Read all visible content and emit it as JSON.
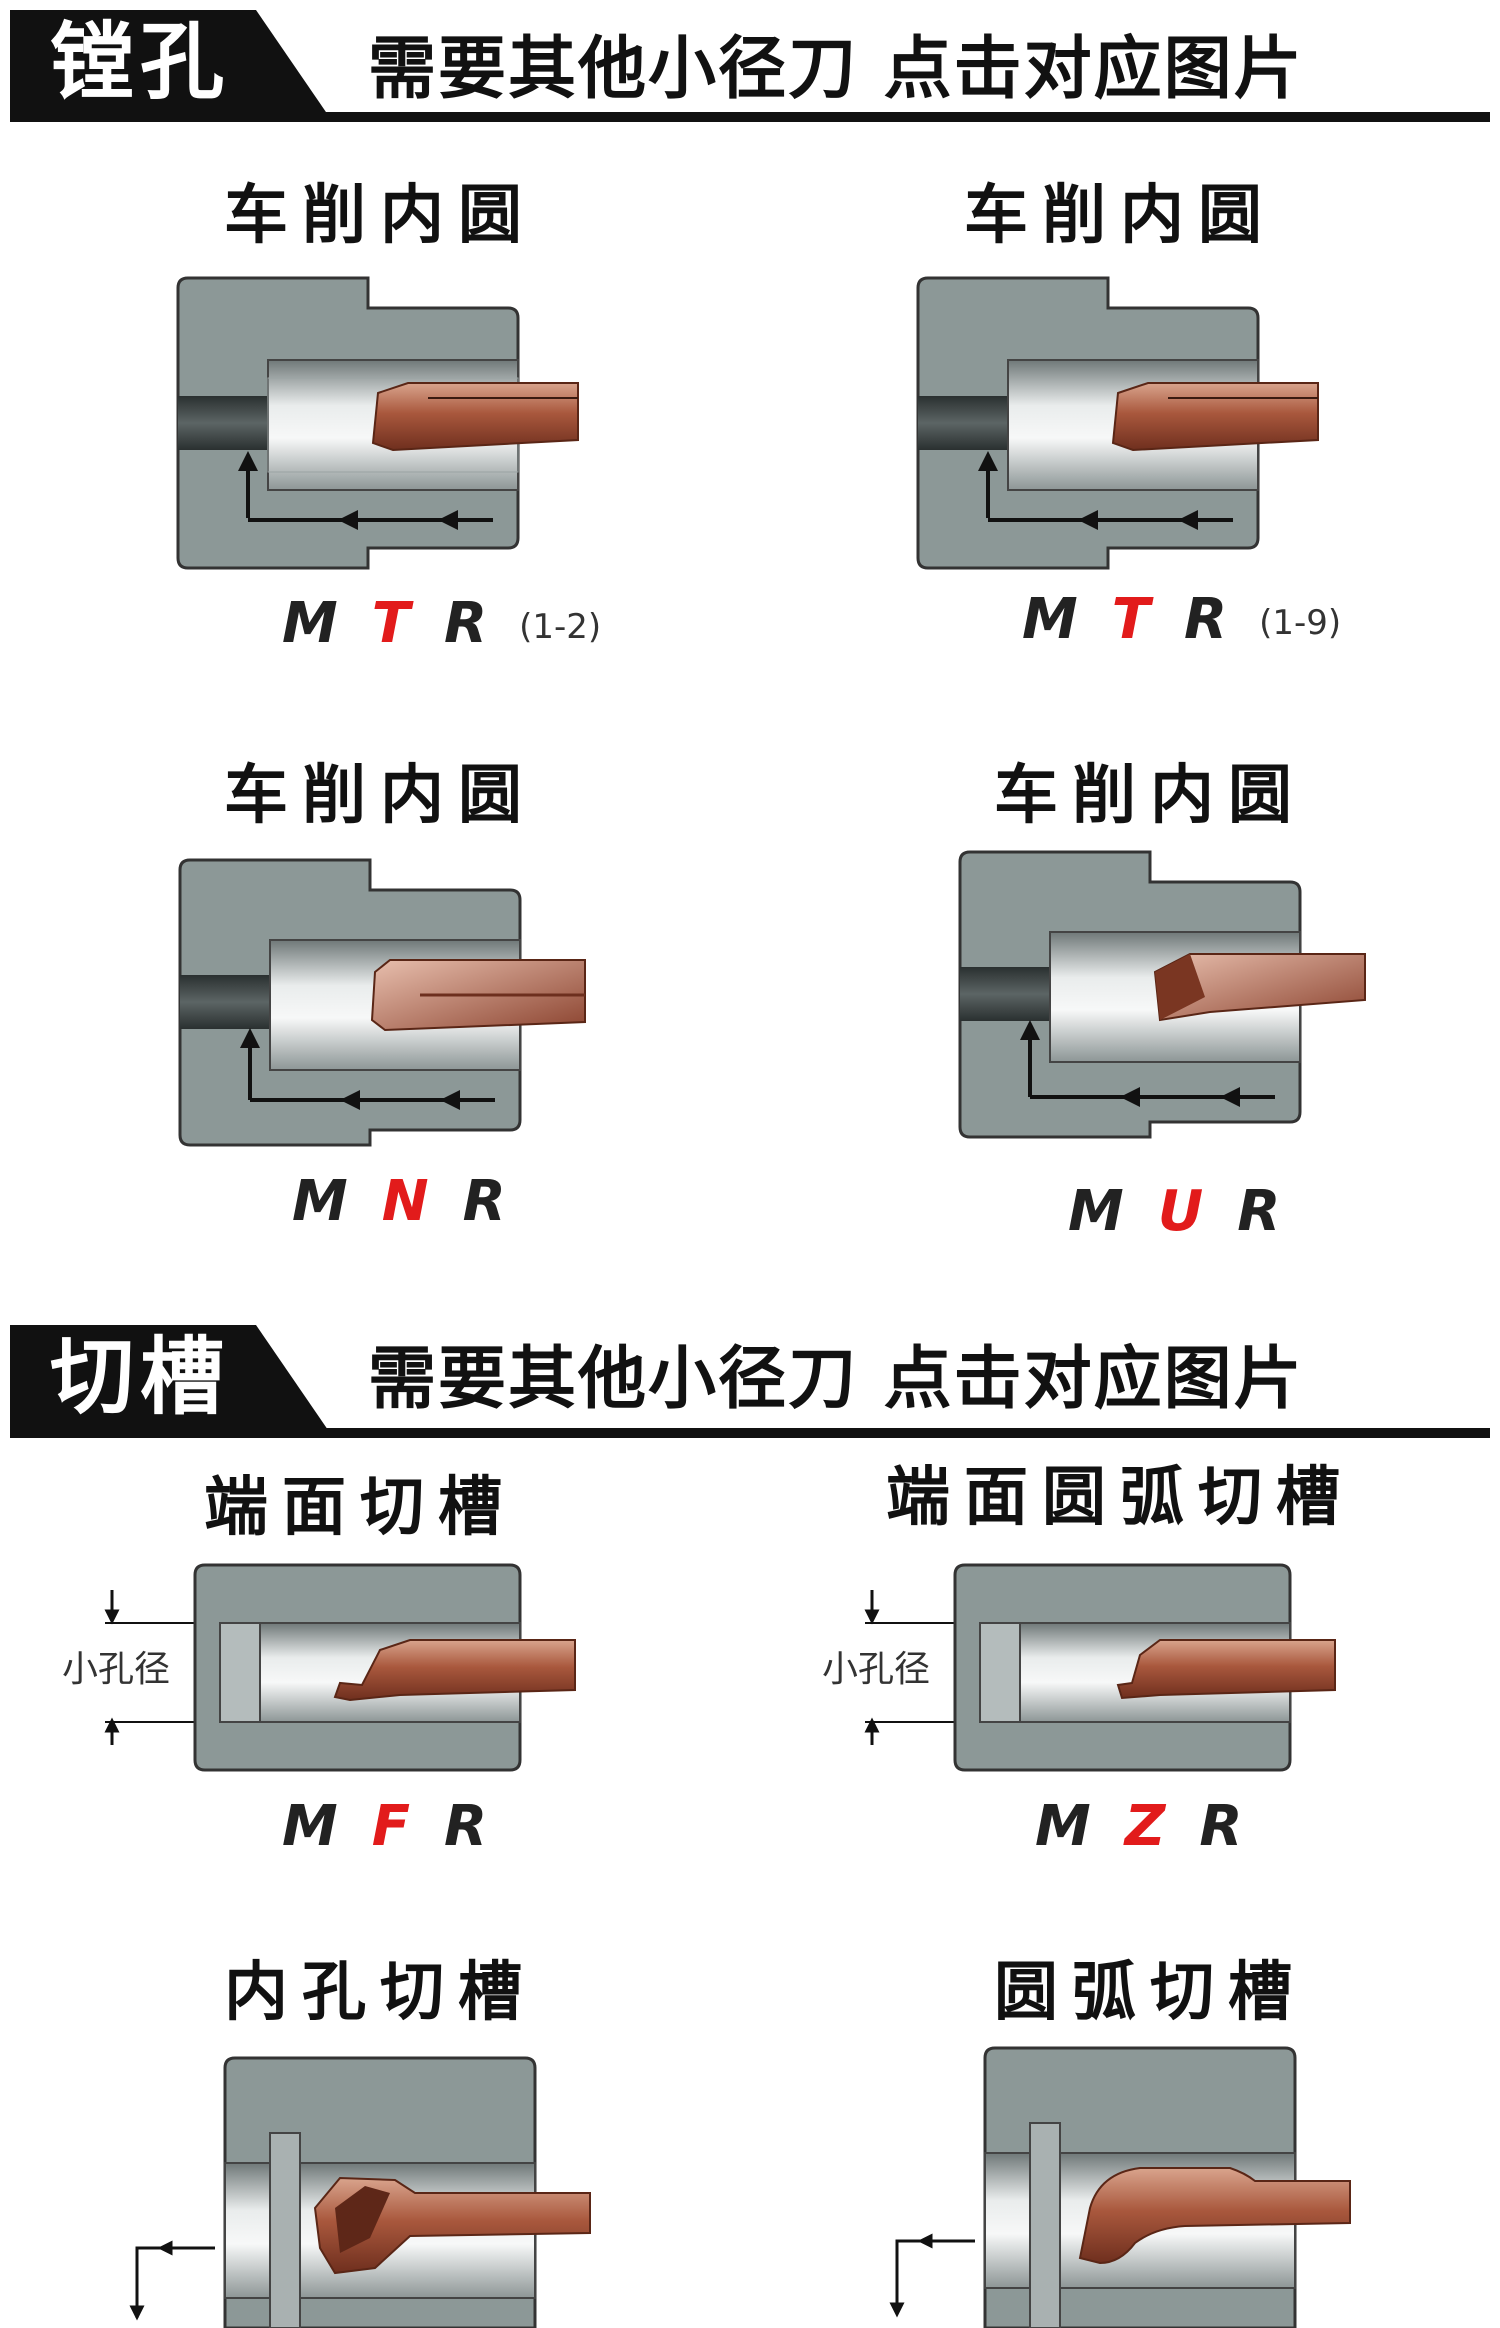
{
  "sections": [
    {
      "tag": "镗孔",
      "hint": "需要其他小径刀 点击对应图片"
    },
    {
      "tag": "切槽",
      "hint": "需要其他小径刀 点击对应图片"
    }
  ],
  "boring": {
    "cards": [
      {
        "title": "车削内圆",
        "code_prefix": "M",
        "code_mid": "T",
        "code_suffix": "R",
        "range": "(1-2)"
      },
      {
        "title": "车削内圆",
        "code_prefix": "M",
        "code_mid": "T",
        "code_suffix": "R",
        "range": "(1-9)"
      },
      {
        "title": "车削内圆",
        "code_prefix": "M",
        "code_mid": "N",
        "code_suffix": "R"
      },
      {
        "title": "车削内圆",
        "code_prefix": "M",
        "code_mid": "U",
        "code_suffix": "R"
      }
    ]
  },
  "grooving": {
    "cards": [
      {
        "title": "端面切槽",
        "dim_label": "小孔径",
        "code_prefix": "M",
        "code_mid": "F",
        "code_suffix": "R"
      },
      {
        "title": "端面圆弧切槽",
        "dim_label": "小孔径",
        "code_prefix": "M",
        "code_mid": "Z",
        "code_suffix": "R"
      },
      {
        "title": "内孔切槽"
      },
      {
        "title": "圆弧切槽"
      }
    ]
  },
  "colors": {
    "accent_red": "#e21b1b",
    "block_gray": "#8c9897",
    "tool_copper": "#b36a4e"
  }
}
